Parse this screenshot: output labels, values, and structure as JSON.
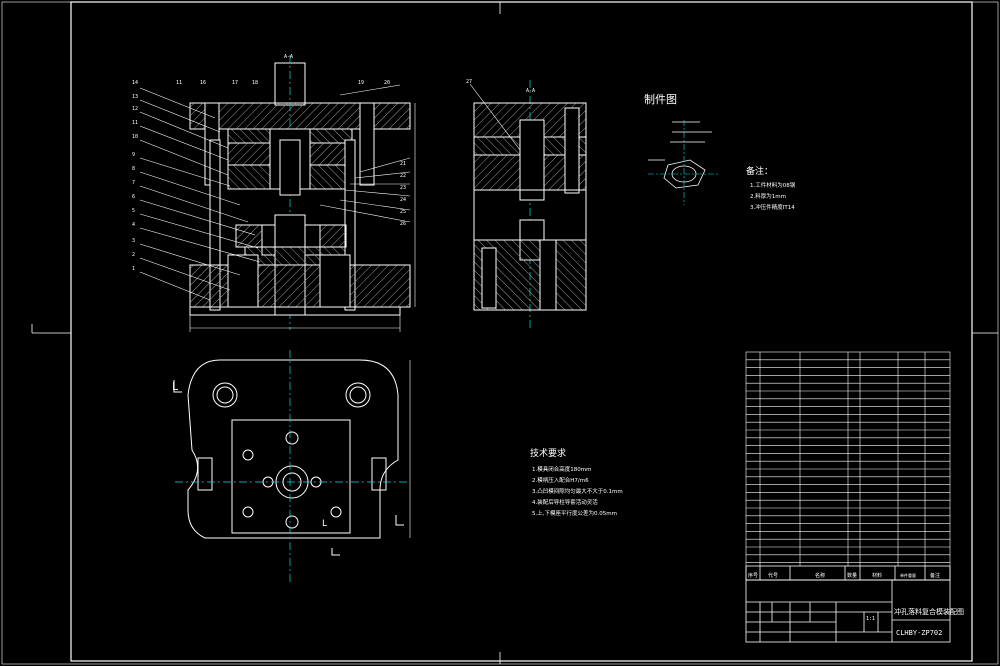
{
  "colors": {
    "background": "#000000",
    "line": "#ffffff",
    "accent": "#00e0e0",
    "hatch": "#9a9a9a"
  },
  "part_numbers_left": [
    "14",
    "13",
    "12",
    "11",
    "10",
    "9",
    "8",
    "7",
    "6",
    "5",
    "4",
    "3",
    "2",
    "1"
  ],
  "part_numbers_top": [
    "11",
    "16",
    "17",
    "18",
    "19",
    "20"
  ],
  "part_numbers_right": [
    "21",
    "22",
    "23",
    "24",
    "25",
    "26"
  ],
  "section_label": "A-A",
  "side_view_number": "27",
  "part_drawing": {
    "title": "制件图",
    "notes_title": "备注：",
    "notes": [
      "1.工件材料为08钢",
      "2.料厚为1mm",
      "3.冲压件精度IT14"
    ]
  },
  "tech_requirements": {
    "title": "技术要求",
    "items": [
      "1.模具闭合高度180mm",
      "2.模柄压入配合H7/m6",
      "3.凸凹模间隙均匀最大不大于0.1mm",
      "4.装配后导柱导套活动灵活",
      "5.上,下模座平行度公差为0.05mm"
    ]
  },
  "section_letters": [
    "L",
    "L"
  ],
  "title_block": {
    "drawing_name": "冲孔落料复合模装配图",
    "drawing_number": "CLHBY-ZP702",
    "scale": "1:1",
    "header": {
      "no": "序号",
      "code": "代号",
      "name": "名称",
      "qty": "数量",
      "material": "材料",
      "weight": "单件重量",
      "remark": "备注"
    }
  }
}
